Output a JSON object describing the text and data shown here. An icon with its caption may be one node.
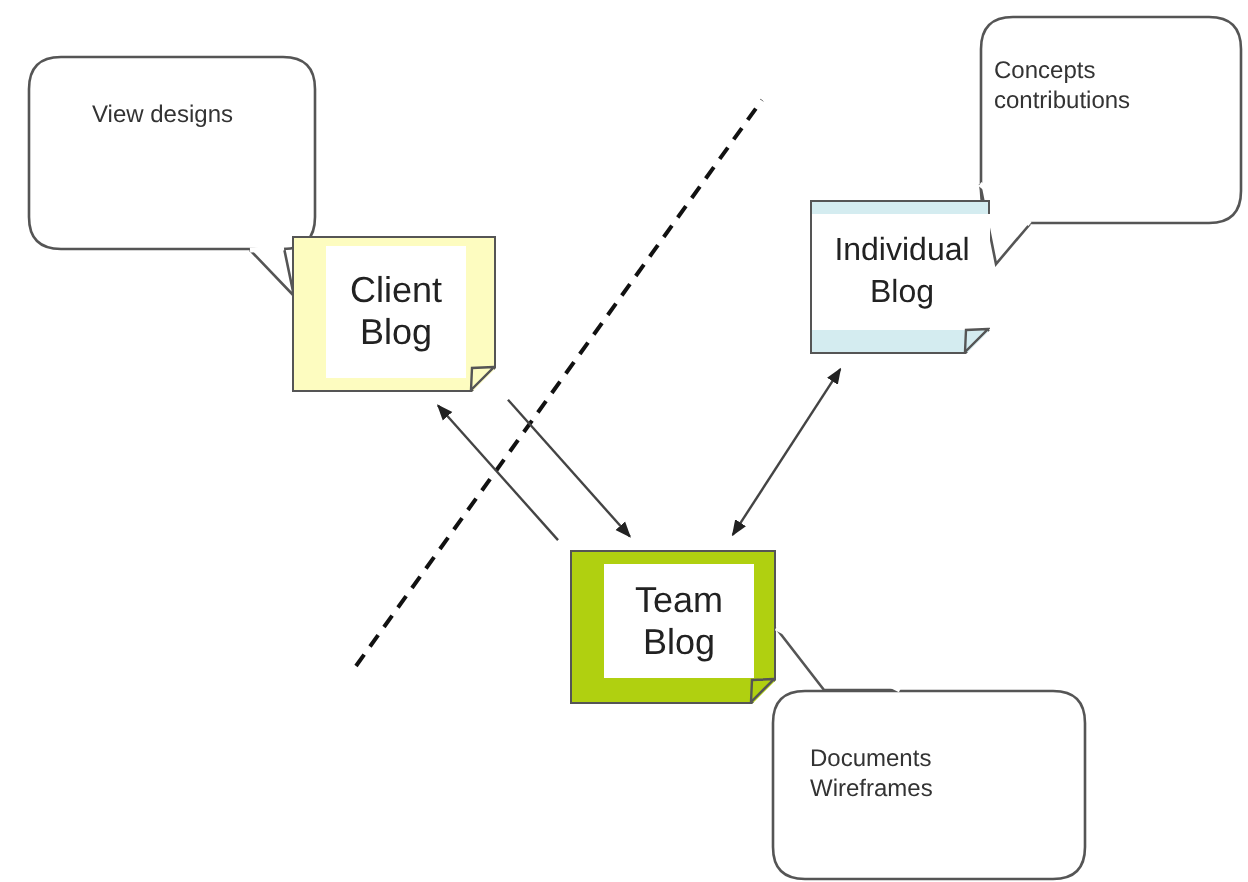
{
  "diagram": {
    "nodes": [
      {
        "text": [
          "View designs"
        ]
      },
      {
        "text": [
          "Client Blog"
        ]
      },
      {
        "text": [
          "Concepts contributions"
        ]
      },
      {
        "text": [
          "Individual Blog"
        ]
      },
      {
        "text": [
          "Team Blog"
        ]
      },
      {
        "text": [
          "Documents Wireframes"
        ]
      }
    ],
    "edges": [
      {
        "from": 4,
        "to": 1,
        "arrow": "to"
      },
      {
        "from": 1,
        "to": 4,
        "arrow": "to"
      },
      {
        "from": 3,
        "to": 4,
        "arrow": "both"
      }
    ]
  }
}
